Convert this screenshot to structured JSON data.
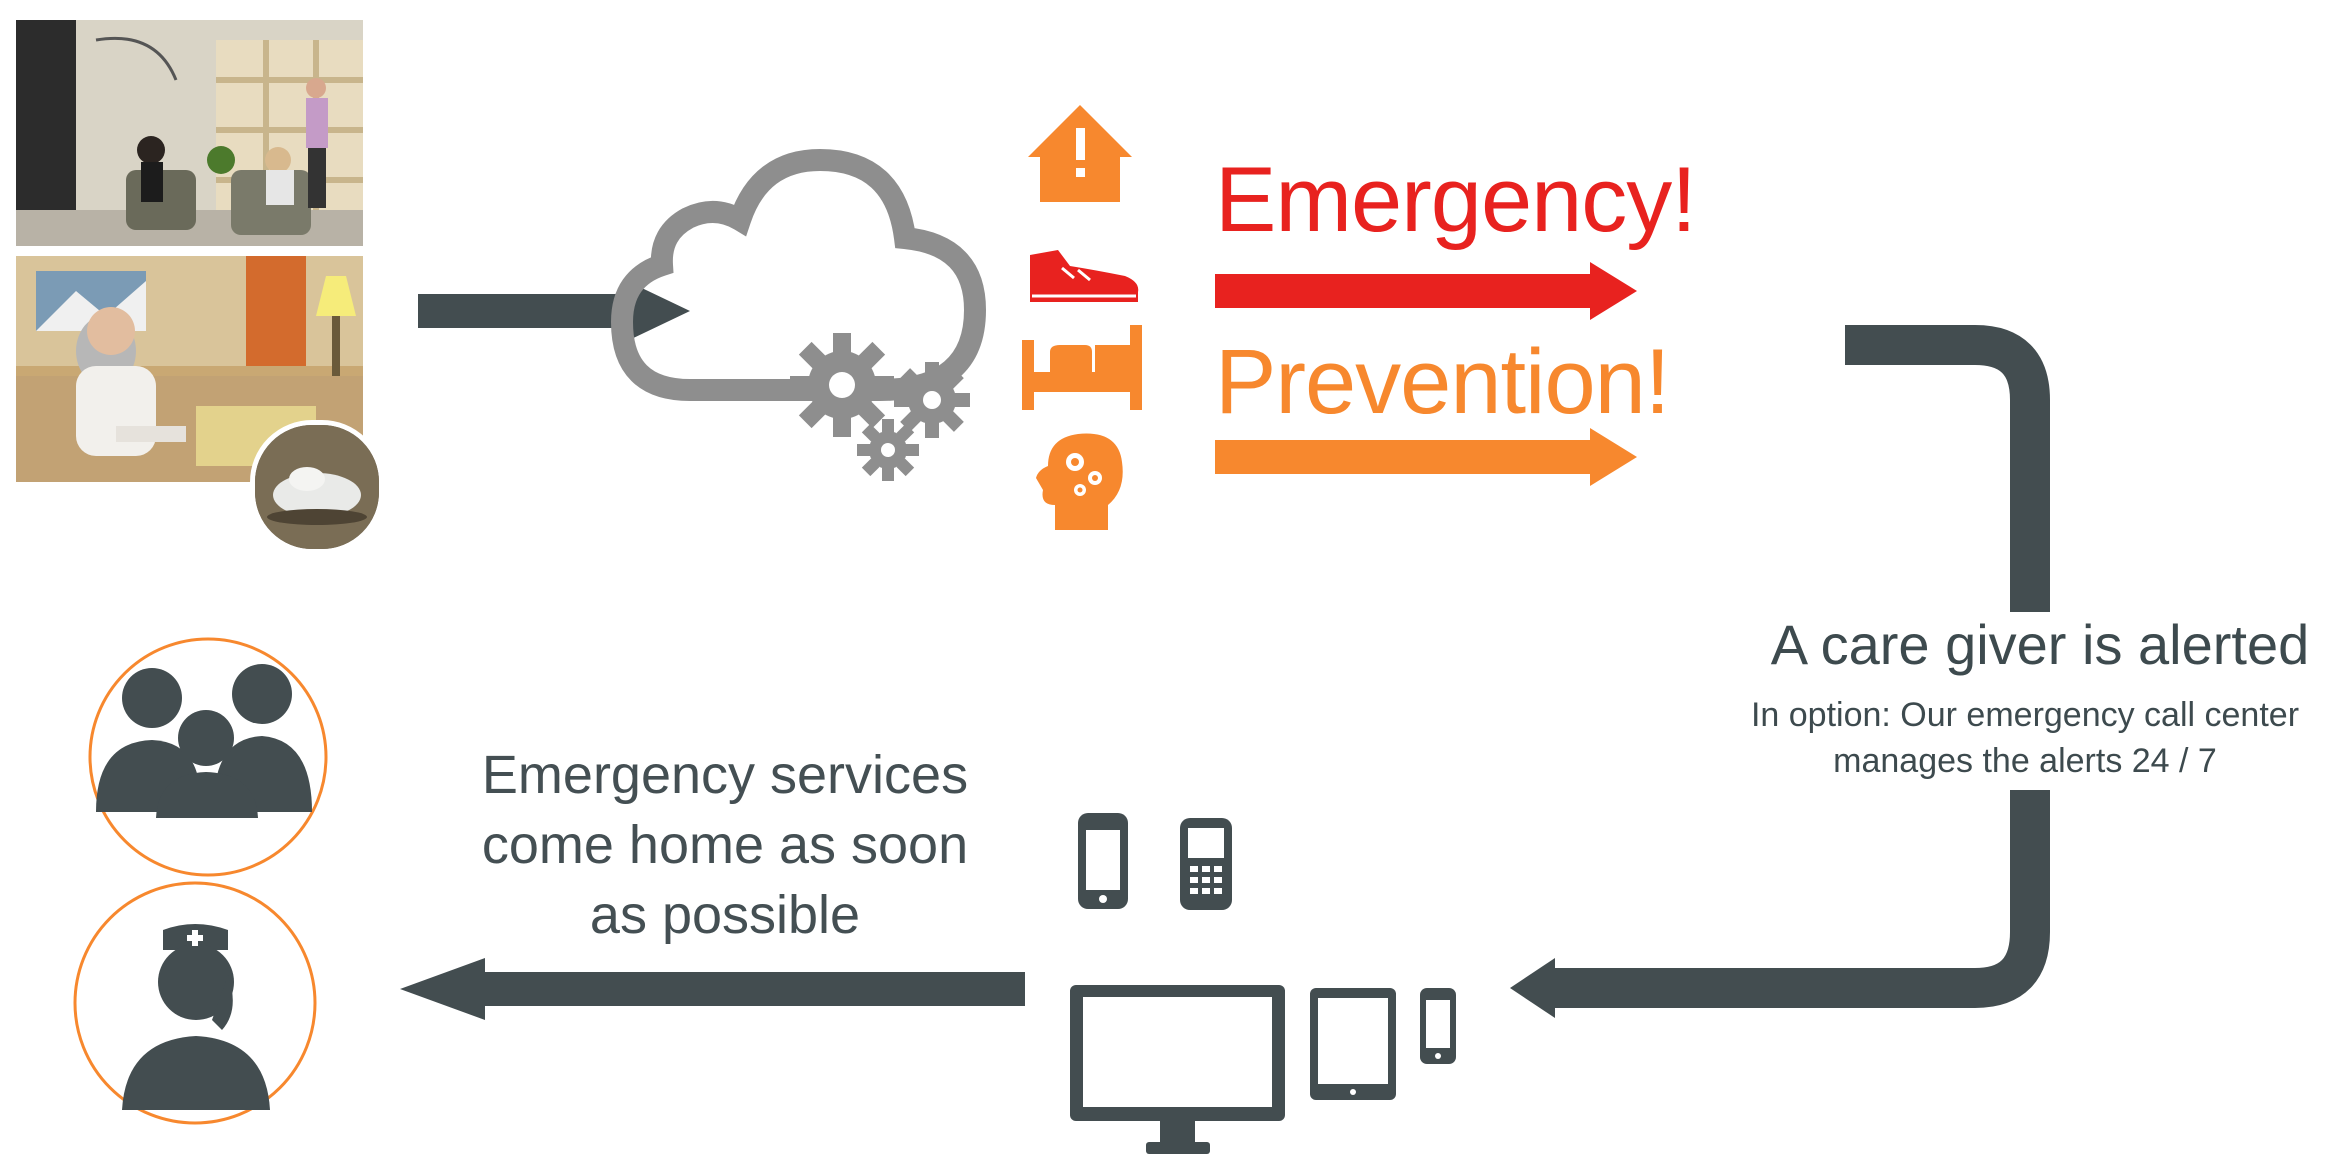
{
  "labels": {
    "emergency": "Emergency!",
    "prevention": "Prevention!",
    "caregiver": "A care giver is alerted",
    "option_line1": "In option: Our emergency call center",
    "option_line2": "manages the alerts 24 / 7",
    "services_line1": "Emergency services",
    "services_line2": "come home as soon",
    "services_line3": "as possible"
  },
  "icons": {
    "photos": [
      "living-room-photo",
      "senior-woman-sofa-photo",
      "sensor-device-photo"
    ],
    "cloud": "cloud-gears-icon",
    "alerts": [
      "house-alert-icon",
      "shoe-icon",
      "bed-icon",
      "head-gears-icon"
    ],
    "devices": [
      "smartphone-icon",
      "mobile-phone-icon",
      "monitor-icon",
      "tablet-icon",
      "small-phone-icon"
    ],
    "people": [
      "family-icon",
      "nurse-icon"
    ]
  },
  "colors": {
    "dark": "#434d50",
    "gray": "#8e8e8e",
    "red": "#e8221f",
    "orange": "#f7882e"
  }
}
